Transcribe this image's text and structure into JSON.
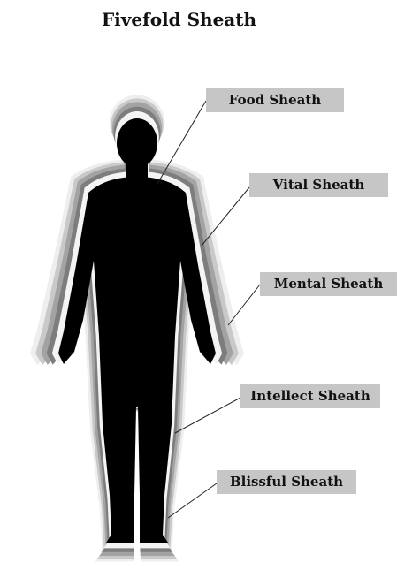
{
  "title": "Fivefold Sheath",
  "labels": {
    "food": "Food Sheath",
    "vital": "Vital Sheath",
    "mental": "Mental Sheath",
    "intellect": "Intellect Sheath",
    "blissful": "Blissful Sheath"
  },
  "colors": {
    "body": "#000000",
    "label_bg": "#c6c6c6",
    "sheaths": [
      "#eeeeee",
      "#c9c9c9",
      "#a3a3a3",
      "#7d7d7d",
      "#f4f4f4"
    ]
  }
}
